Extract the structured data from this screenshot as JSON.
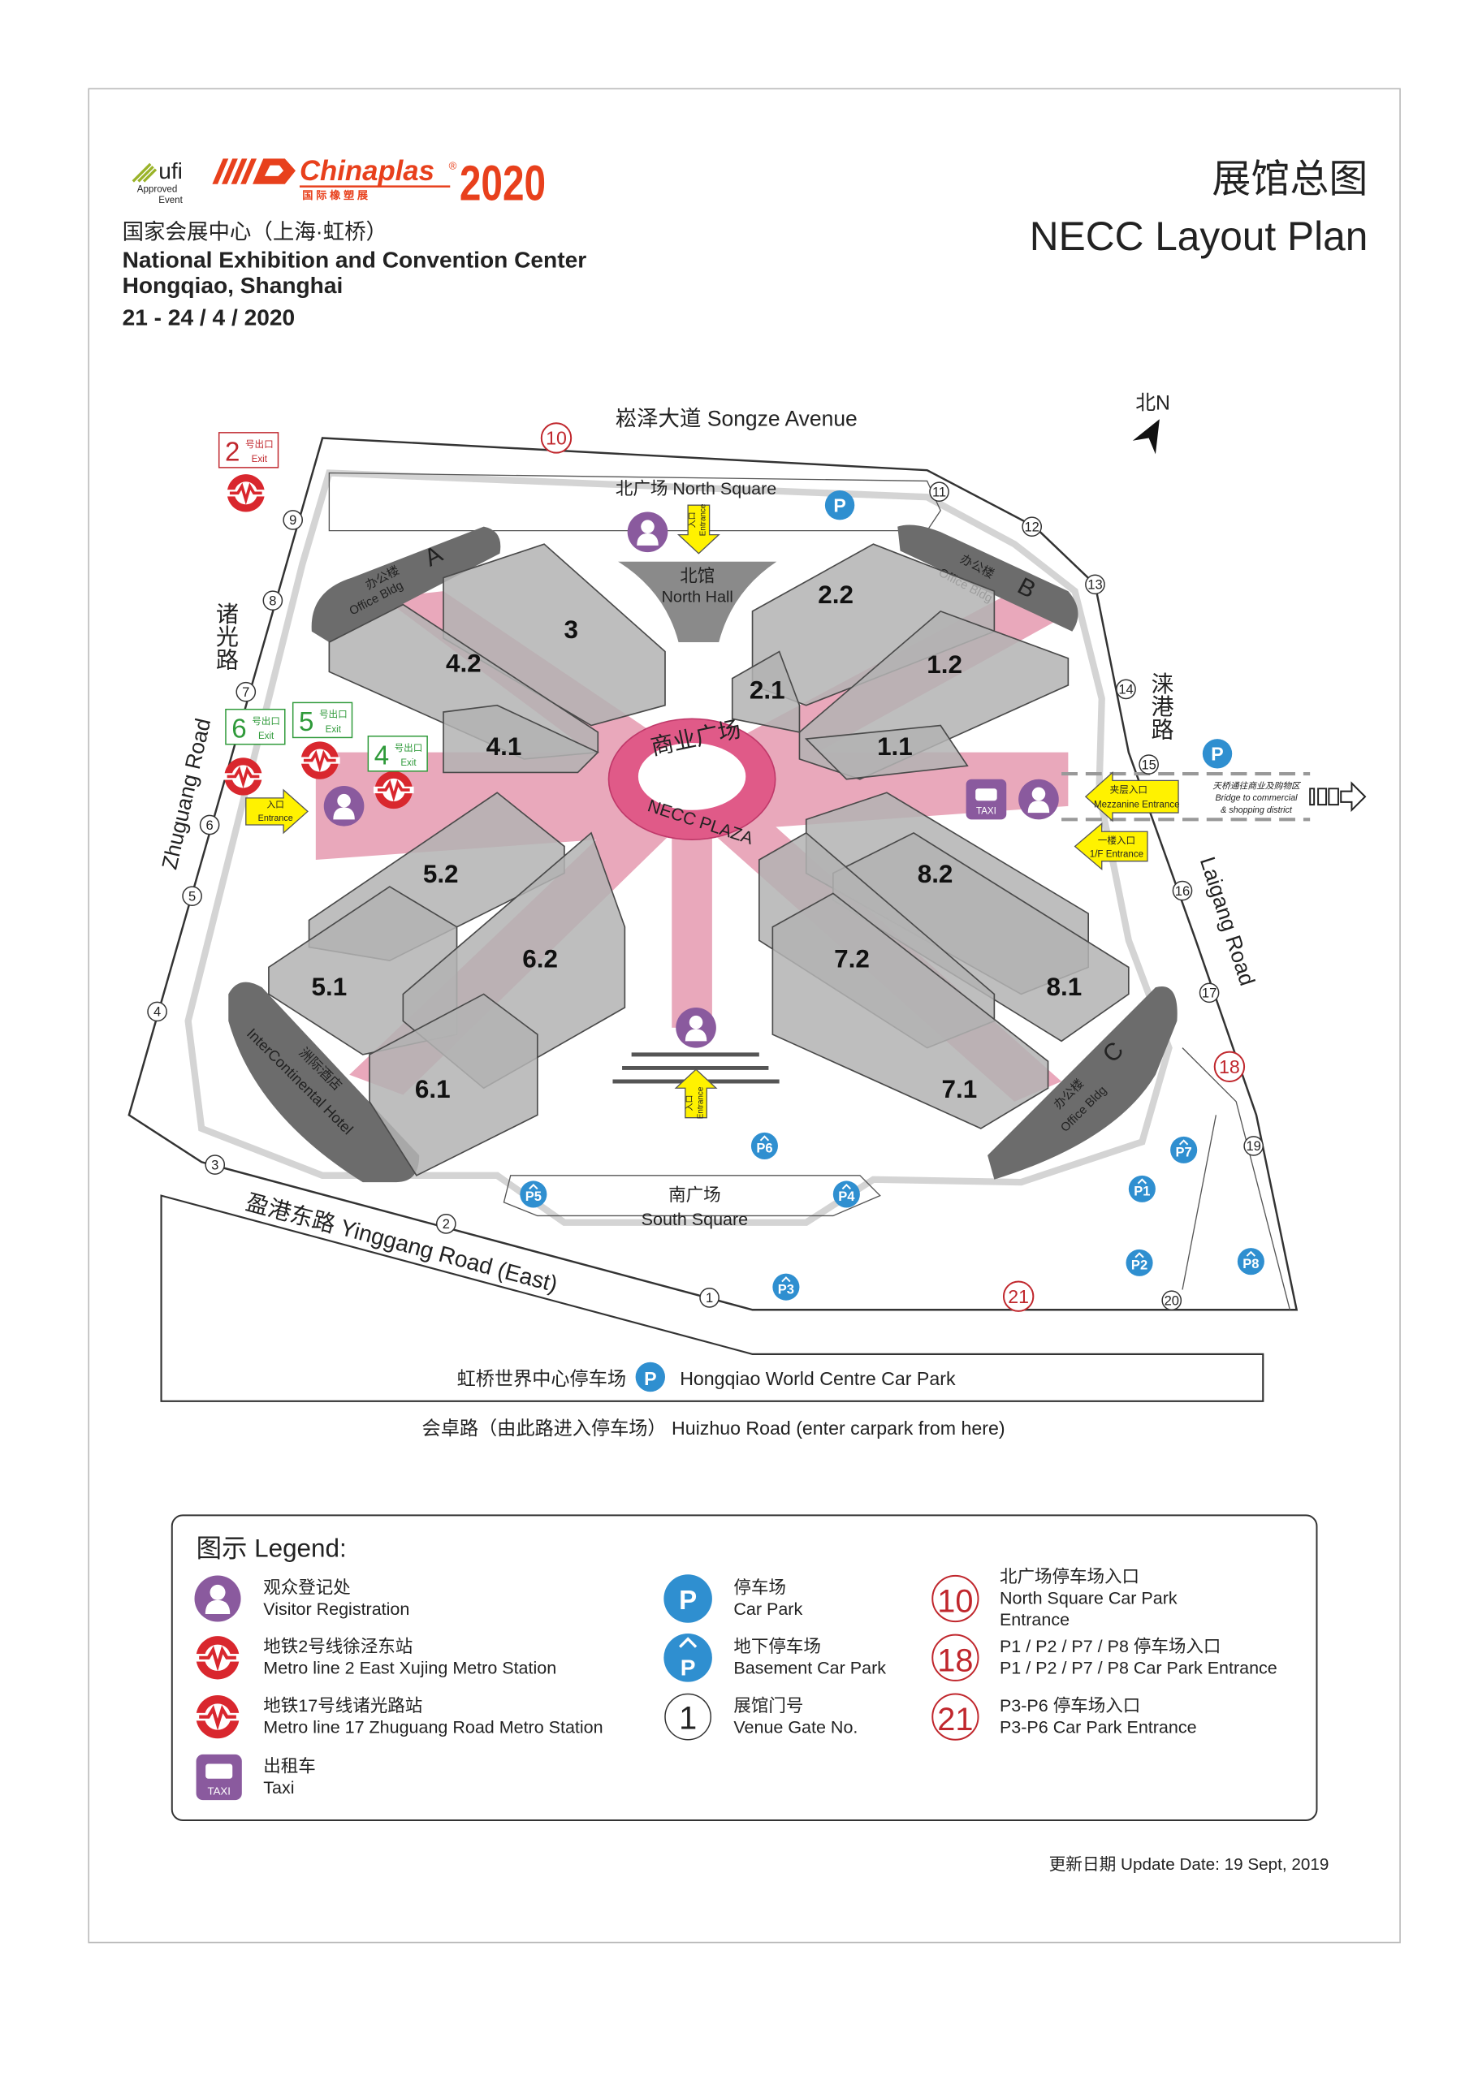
{
  "header": {
    "ufi": "ufi",
    "ufi_sub1": "Approved",
    "ufi_sub2": "Event",
    "brand": "Chinaplas",
    "brand_reg": "®",
    "brand_year": "2020",
    "brand_cn": "国 际 橡 塑 展",
    "venue_cn": "国家会展中心（上海·虹桥）",
    "venue_en1": "National Exhibition and Convention Center",
    "venue_en2": "Hongqiao, Shanghai",
    "dates": "21 - 24 / 4 / 2020",
    "title_cn": "展馆总图",
    "title_en": "NECC Layout Plan"
  },
  "map": {
    "north": "北N",
    "roads": {
      "songze": "崧泽大道 Songze Avenue",
      "zhuguang_cn": "诸光路",
      "zhuguang_en": "Zhuguang Road",
      "laigang_cn": "涞港路",
      "laigang_en": "Laigang Road",
      "yinggang": "盈港东路 Yinggang Road (East)",
      "huizhuo": "会卓路（由此路进入停车场） Huizhuo Road (enter carpark from here)"
    },
    "north_square": "北广场 North Square",
    "south_square_cn": "南广场",
    "south_square_en": "South Square",
    "north_hall_cn": "北馆",
    "north_hall_en": "North Hall",
    "plaza_cn": "商业广场",
    "plaza_en": "NECC PLAZA",
    "halls": [
      "3",
      "4.2",
      "4.1",
      "2.2",
      "1.2",
      "2.1",
      "1.1",
      "5.2",
      "5.1",
      "6.2",
      "6.1",
      "8.2",
      "8.1",
      "7.2",
      "7.1"
    ],
    "office_cn": "办公楼",
    "office_en": "Office Bldg",
    "office_a": "A",
    "office_b": "B",
    "office_c": "C",
    "hotel_cn": "洲际酒店",
    "hotel_en": "InterContinental Hotel",
    "gates": [
      "1",
      "2",
      "3",
      "4",
      "5",
      "6",
      "7",
      "8",
      "9",
      "10",
      "11",
      "12",
      "13",
      "14",
      "15",
      "16",
      "17",
      "18",
      "19",
      "20",
      "21"
    ],
    "parking": {
      "p": "P",
      "basement": [
        "P1",
        "P2",
        "P3",
        "P4",
        "P5",
        "P6",
        "P7",
        "P8"
      ]
    },
    "exits": [
      {
        "num": "2",
        "cn": "号出口",
        "en": "Exit"
      },
      {
        "num": "6",
        "cn": "号出口",
        "en": "Exit"
      },
      {
        "num": "5",
        "cn": "号出口",
        "en": "Exit"
      },
      {
        "num": "4",
        "cn": "号出口",
        "en": "Exit"
      }
    ],
    "entrance_cn": "入口",
    "entrance_en": "Entrance",
    "mezz_cn": "夹层入口",
    "mezz_en": "Mezzanine Entrance",
    "first_cn": "一楼入口",
    "first_en": "1/F Entrance",
    "bridge_cn": "天桥通往商业及购物区",
    "bridge_en1": "Bridge to commercial",
    "bridge_en2": "& shopping district",
    "taxi": "TAXI",
    "hongqiao_carpark_cn": "虹桥世界中心停车场",
    "hongqiao_carpark_en": "Hongqiao World Centre Car Park"
  },
  "legend": {
    "title": "图示 Legend:",
    "visitor_cn": "观众登记处",
    "visitor_en": "Visitor Registration",
    "metro2_cn": "地铁2号线徐泾东站",
    "metro2_en": "Metro line 2 East Xujing Metro Station",
    "metro17_cn": "地铁17号线诸光路站",
    "metro17_en": "Metro line 17 Zhuguang Road Metro Station",
    "taxi_cn": "出租车",
    "taxi_en": "Taxi",
    "taxi_icon": "TAXI",
    "carpark_cn": "停车场",
    "carpark_en": "Car Park",
    "carpark_icon": "P",
    "basement_cn": "地下停车场",
    "basement_en": "Basement Car Park",
    "basement_icon": "P",
    "gate_cn": "展馆门号",
    "gate_en": "Venue Gate No.",
    "gate_icon": "1",
    "ns_cn": "北广场停车场入口",
    "ns_en1": "North Square Car Park",
    "ns_en2": "Entrance",
    "ns_icon": "10",
    "p1_cn": "P1 / P2 / P7 / P8 停车场入口",
    "p1_en": "P1 / P2 / P7 / P8 Car Park Entrance",
    "p1_icon": "18",
    "p3_cn": "P3-P6 停车场入口",
    "p3_en": "P3-P6 Car Park Entrance",
    "p3_icon": "21"
  },
  "footer": {
    "update": "更新日期 Update Date: 19 Sept, 2019"
  },
  "colors": {
    "brand": "#e8401c",
    "pink": "#e9a8bb",
    "purple": "#8a5a9e",
    "metro": "#d9272e",
    "parking": "#2f8fd0",
    "metro2_text": "#2f9a3a",
    "metro17_text": "#a0463a",
    "yellow": "#fff200"
  }
}
